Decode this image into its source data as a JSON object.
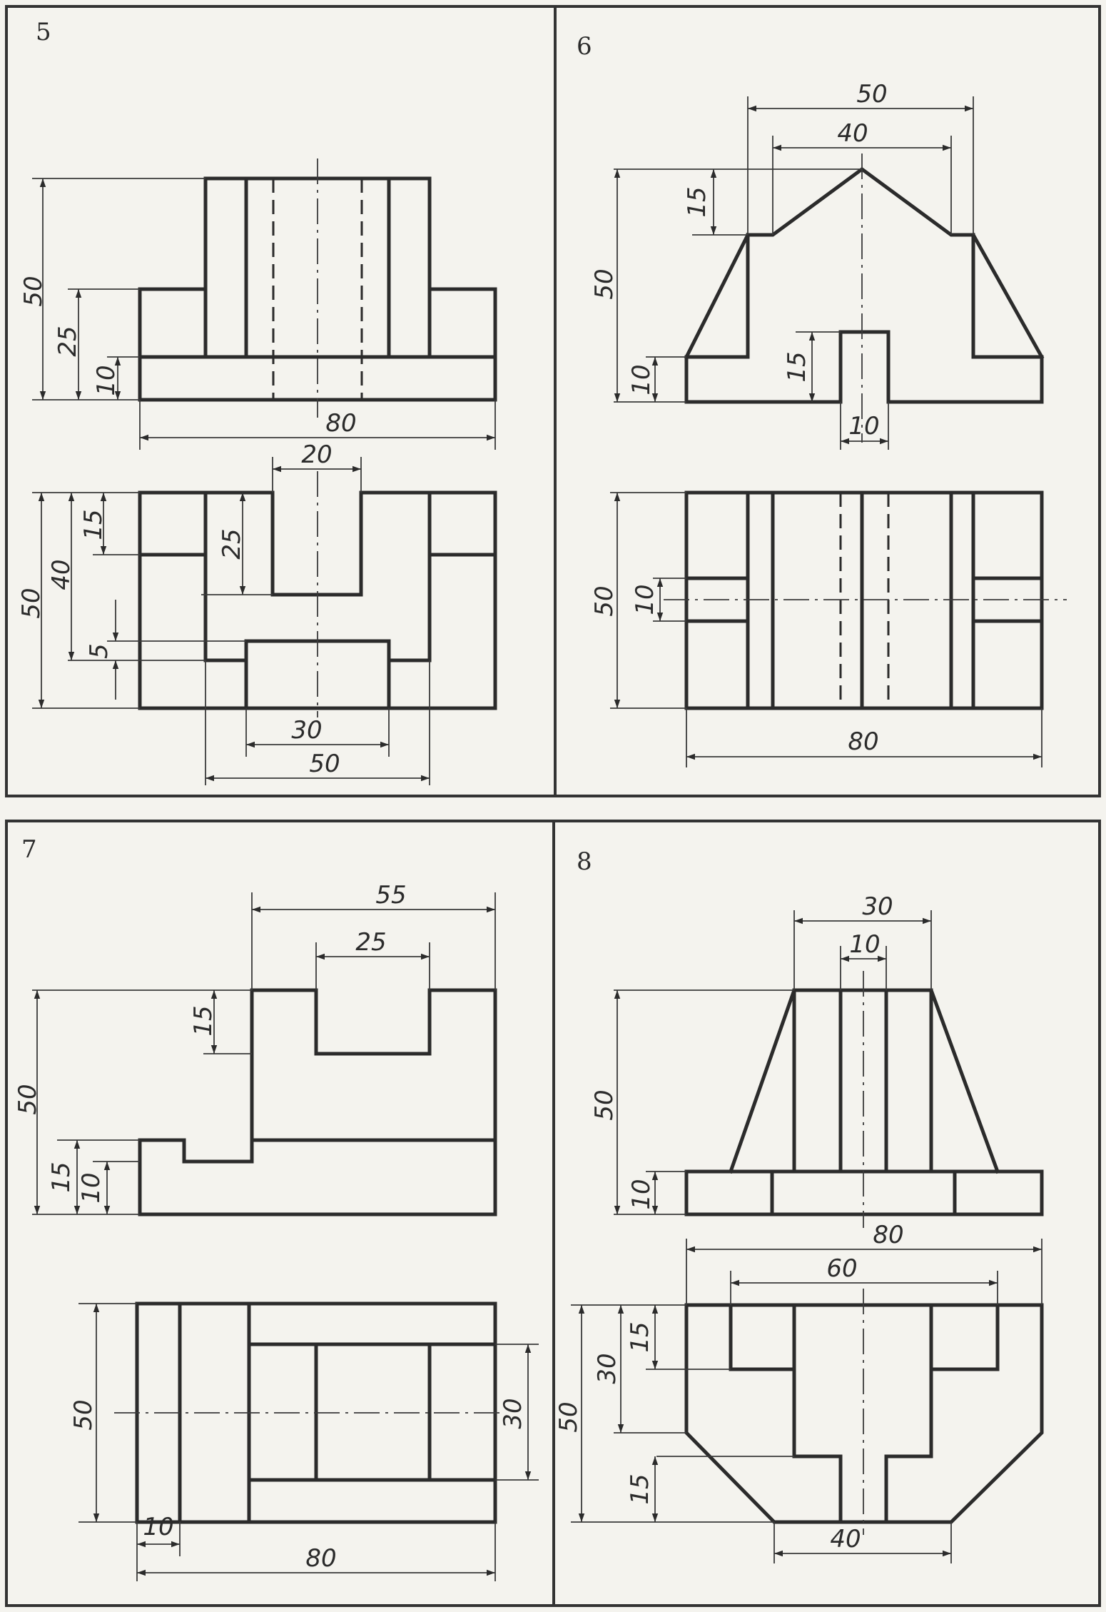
{
  "panels": [
    {
      "number": "5"
    },
    {
      "number": "6"
    },
    {
      "number": "7"
    },
    {
      "number": "8"
    }
  ],
  "dimensions": {
    "p5": {
      "height_50": "50",
      "height_25": "25",
      "height_10": "10",
      "width_80": "80",
      "slot_20": "20",
      "plan_50": "50",
      "plan_40": "40",
      "plan_15": "15",
      "slot_25": "25",
      "gap_5": "5",
      "step_30": "30",
      "step_50": "50"
    },
    "p6": {
      "top_50": "50",
      "top_40": "40",
      "height_50": "50",
      "height_15": "15",
      "height_10": "10",
      "slot_15": "15",
      "slot_10": "10",
      "plan_50": "50",
      "plan_10": "10",
      "width_80": "80"
    },
    "p7": {
      "top_55": "55",
      "top_25": "25",
      "height_50": "50",
      "notch_15": "15",
      "step_15": "15",
      "step_10": "10",
      "plan_50": "50",
      "plan_30": "30",
      "plan_10": "10",
      "width_80": "80"
    },
    "p8": {
      "top_30": "30",
      "top_10": "10",
      "height_50": "50",
      "height_10": "10",
      "width_80": "80",
      "width_60": "60",
      "plan_15": "15",
      "plan_30": "30",
      "plan_50": "50",
      "cham_15": "15",
      "bottom_40": "40"
    }
  },
  "colors": {
    "ink": "#2b2b2b",
    "paper": "#f4f3ee"
  }
}
